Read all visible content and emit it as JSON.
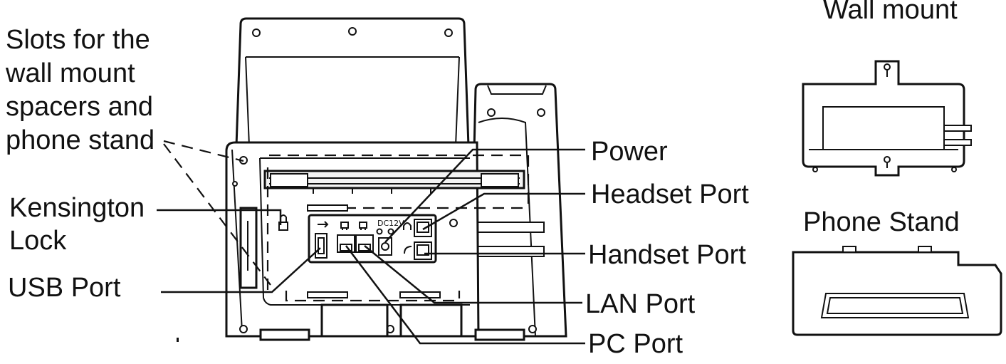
{
  "labels": {
    "slots_line1": "Slots for the",
    "slots_line2": "wall mount",
    "slots_line3": "spacers and",
    "slots_line4": "phone stand",
    "kensington_line1": "Kensington",
    "kensington_line2": "Lock",
    "usb_port": "USB Port",
    "power": "Power",
    "headset_port": "Headset Port",
    "handset_port": "Handset Port",
    "lan_port": "LAN Port",
    "pc_port": "PC Port",
    "wall_mount": "Wall mount",
    "phone_stand": "Phone Stand",
    "dc_label": "DC12V"
  },
  "icons": [
    "usb-icon",
    "pc-port-icon",
    "lan-port-icon",
    "dc-power-icon",
    "headset-icon",
    "handset-icon",
    "kensington-lock-icon"
  ]
}
